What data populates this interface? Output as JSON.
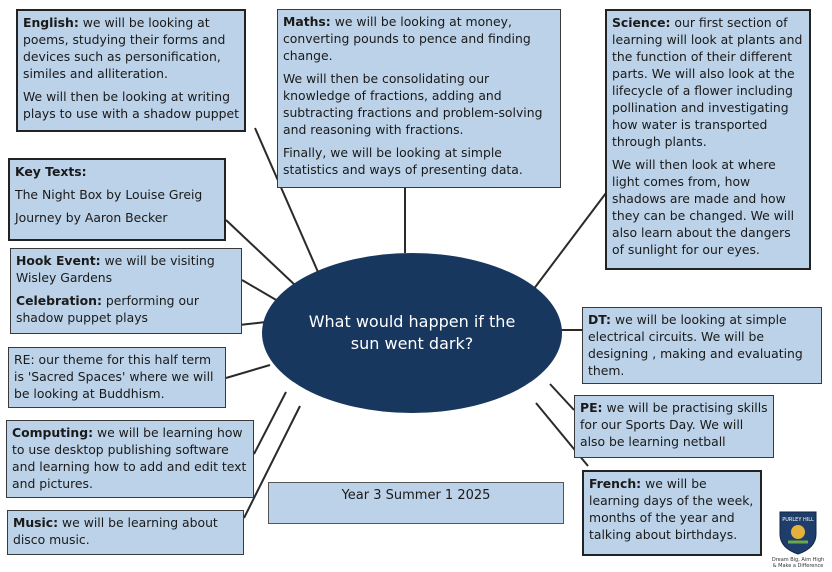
{
  "title": "What would happen if the sun went dark?",
  "year_label": "Year 3 Summer 1 2025",
  "english": {
    "heading": "English:",
    "text": "we will be looking at poems, studying their forms and devices such as personification, similes and alliteration.",
    "text2": "We will then be looking at writing plays to use with a shadow puppet"
  },
  "maths": {
    "heading": "Maths:",
    "text": "we will be looking at money, converting pounds to pence and finding change.",
    "text2": "We will then be consolidating our knowledge of fractions, adding and subtracting fractions and problem-solving and reasoning with fractions.",
    "text3": "Finally, we will be looking at simple statistics and ways of presenting data."
  },
  "science": {
    "heading": "Science:",
    "text": "our first section of learning will look at plants and the function of their different parts. We will also look at the lifecycle of a flower including pollination and investigating how water is transported through plants.",
    "text2": "We will then look at where light comes from, how shadows are made and how they can be changed. We will also learn about the dangers of sunlight for our eyes."
  },
  "key_texts": {
    "heading": "Key Texts:",
    "item1": "The Night Box by Louise Greig",
    "item2": "Journey by Aaron Becker"
  },
  "hook": {
    "heading": "Hook Event:",
    "text": "we will be visiting Wisley Gardens",
    "celebration_heading": "Celebration:",
    "celebration_text": "performing our shadow puppet plays"
  },
  "re": {
    "text": "RE: our theme for this half term is 'Sacred Spaces' where we will be looking at Buddhism."
  },
  "computing": {
    "heading": "Computing:",
    "text": "we will be learning how to use desktop publishing software and learning how to add and edit text and pictures."
  },
  "music": {
    "heading": "Music:",
    "text": "we will be learning about disco music."
  },
  "dt": {
    "heading": "DT:",
    "text": "we will be looking at simple electrical circuits. We will be designing , making and evaluating them."
  },
  "pe": {
    "heading": "PE:",
    "text": "we will be practising skills for our Sports Day. We will also be learning netball"
  },
  "french": {
    "heading": "French:",
    "text": "we will be learning days of the week, months of the year and talking about birthdays."
  },
  "logo": {
    "name": "PURLEY HILL",
    "motto": "Dream Big, Aim High & Make a Difference",
    "color": "#1f3d6b"
  }
}
